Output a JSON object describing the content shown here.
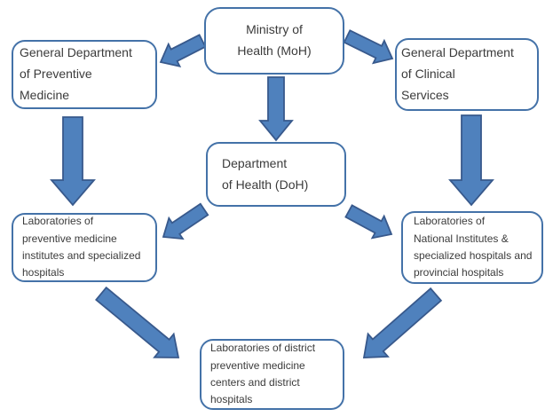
{
  "diagram": {
    "nodes": {
      "moh": {
        "text": "Ministry of\nHealth (MoH)"
      },
      "gdpm": {
        "text": "General Department\nof Preventive\nMedicine"
      },
      "gdcs": {
        "text": "General Department\nof Clinical\nServices"
      },
      "doh": {
        "text": "Department\nof Health (DoH)"
      },
      "lab_pm": {
        "text": "Laboratories of\npreventive medicine\ninstitutes and specialized\nhospitals"
      },
      "lab_ni": {
        "text": "Laboratories of\nNational Institutes &\nspecialized hospitals and\nprovincial hospitals"
      },
      "lab_district": {
        "text": "Laboratories of district\npreventive medicine\ncenters and district\nhospitals"
      }
    },
    "edges": [
      {
        "from": "moh",
        "to": "gdpm"
      },
      {
        "from": "moh",
        "to": "gdcs"
      },
      {
        "from": "moh",
        "to": "doh"
      },
      {
        "from": "gdpm",
        "to": "lab_pm"
      },
      {
        "from": "gdcs",
        "to": "lab_ni"
      },
      {
        "from": "doh",
        "to": "lab_pm"
      },
      {
        "from": "doh",
        "to": "lab_ni"
      },
      {
        "from": "lab_pm",
        "to": "lab_district"
      },
      {
        "from": "lab_ni",
        "to": "lab_district"
      }
    ],
    "colors": {
      "box_border": "#4472a8",
      "arrow_fill": "#4f81bd",
      "arrow_stroke": "#38598c",
      "text": "#3b3b3b",
      "background": "#ffffff"
    }
  }
}
